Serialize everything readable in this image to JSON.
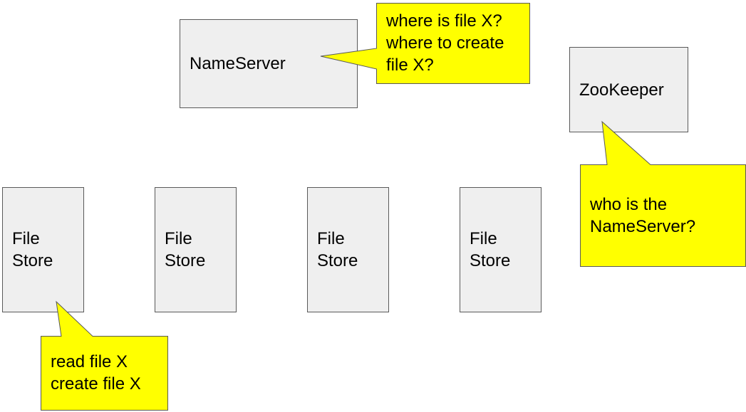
{
  "colors": {
    "box_fill": "#efefef",
    "box_stroke": "#595959",
    "callout_fill": "#ffff00",
    "callout_stroke": "#595959",
    "text": "#000000"
  },
  "nodes": {
    "nameserver": {
      "label": "NameServer"
    },
    "zookeeper": {
      "label": "ZooKeeper"
    },
    "filestore_1": {
      "label": "File\nStore"
    },
    "filestore_2": {
      "label": "File\nStore"
    },
    "filestore_3": {
      "label": "File\nStore"
    },
    "filestore_4": {
      "label": "File\nStore"
    }
  },
  "callouts": {
    "nameserver_callout": {
      "text": "where is file X?\nwhere to create\nfile X?"
    },
    "zookeeper_callout": {
      "text": "who is the\nNameServer?"
    },
    "filestore_callout": {
      "text": "read file X\ncreate file X"
    }
  }
}
